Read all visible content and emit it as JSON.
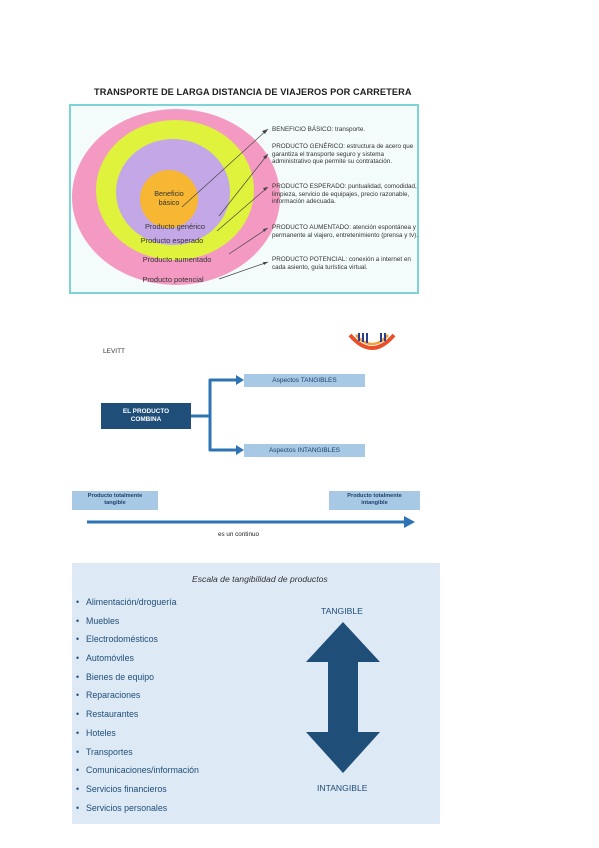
{
  "section1": {
    "title": "TRANSPORTE DE LARGA DISTANCIA DE VIAJEROS POR CARRETERA",
    "rings": {
      "core_line1": "Beneficio",
      "core_line2": "básico",
      "generic": "Producto genérico",
      "expected": "Producto esperado",
      "augmented": "Producto aumentado",
      "potential": "Producto potencial"
    },
    "definitions": [
      "BENEFICIO BÁSICO: transporte.",
      "PRODUCTO GENÉRICO: estructura de acero que garantiza el transporte seguro y sistema administrativo que permite su contratación.",
      "PRODUCTO ESPERADO: puntualidad, comodidad, limpieza, servicio de equipajes, precio razonable, información adecuada.",
      "PRODUCTO AUMENTADO: atención espontánea y permanente al viajero, entretenimiento (prensa y tv).",
      "PRODUCTO POTENCIAL: conexión a internet en cada asiento, guía turística virtual."
    ],
    "colors": {
      "outer": "#f49ac2",
      "second": "#dff23c",
      "third": "#c4a7e6",
      "core": "#f7b733"
    }
  },
  "section2": {
    "author": "LEVITT",
    "product_line1": "EL PRODUCTO",
    "product_line2": "COMBINA",
    "tangible": "Aspectos TANGIBLES",
    "intangible": "Aspectos INTANGIBLES"
  },
  "section3": {
    "left_line1": "Producto totalmente",
    "left_line2": "tangible",
    "right_line1": "Producto totalmente",
    "right_line2": "intangible",
    "caption": "es un continuo"
  },
  "section4": {
    "title": "Escala de tangibilidad de productos",
    "items": [
      "Alimentación/droguería",
      "Muebles",
      "Electrodomésticos",
      "Automóviles",
      "Bienes de equipo",
      "Reparaciones",
      "Restaurantes",
      "Hoteles",
      "Transportes",
      "Comunicaciones/información",
      "Servicios financieros",
      "Servicios personales"
    ],
    "top_label": "TANGIBLE",
    "bottom_label": "INTANGIBLE",
    "arrow_color": "#1f4e79"
  }
}
